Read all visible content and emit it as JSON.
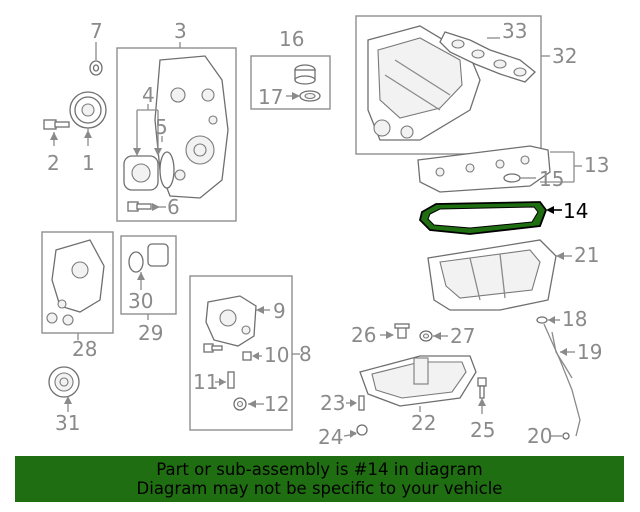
{
  "callouts": {
    "c1": "1",
    "c2": "2",
    "c3": "3",
    "c4": "4",
    "c5": "5",
    "c6": "6",
    "c7": "7",
    "c8": "8",
    "c9": "9",
    "c10": "10",
    "c11": "11",
    "c12": "12",
    "c13": "13",
    "c14": "14",
    "c15": "15",
    "c16": "16",
    "c17": "17",
    "c18": "18",
    "c19": "19",
    "c20": "20",
    "c21": "21",
    "c22": "22",
    "c23": "23",
    "c24": "24",
    "c25": "25",
    "c26": "26",
    "c27": "27",
    "c28": "28",
    "c29": "29",
    "c30": "30",
    "c31": "31",
    "c32": "32",
    "c33": "33"
  },
  "highlighted_part": "14",
  "colors": {
    "banner_bg": "#1f6e12",
    "highlight_fill": "#1f6e12",
    "line_gray": "#8a8a8a"
  },
  "banner": {
    "line1": "Part or sub-assembly is #14 in diagram",
    "line2": "Diagram may not be specific to your vehicle"
  }
}
